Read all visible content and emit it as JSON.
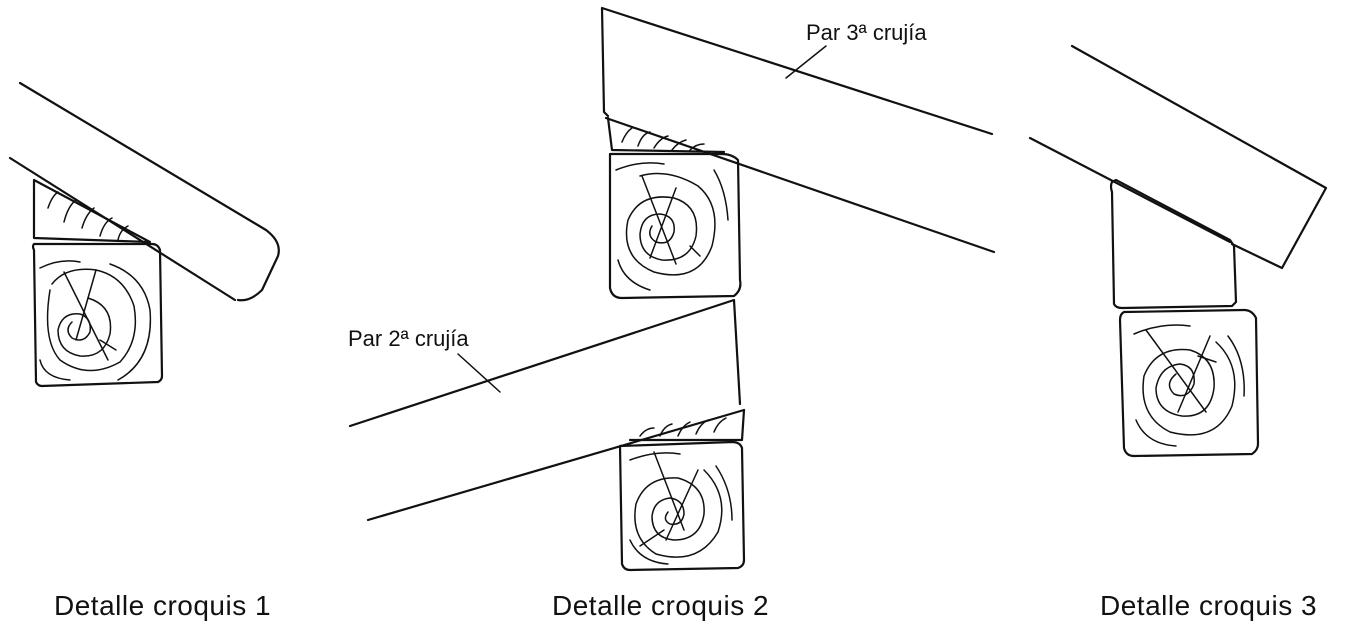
{
  "captions": {
    "detail_1": "Detalle croquis 1",
    "detail_2": "Detalle croquis 2",
    "detail_3": "Detalle croquis 3"
  },
  "annotations": {
    "par_2": "Par 2ª crujía",
    "par_3": "Par 3ª crujía"
  },
  "colors": {
    "ink": "#111111",
    "paper": "#ffffff"
  }
}
